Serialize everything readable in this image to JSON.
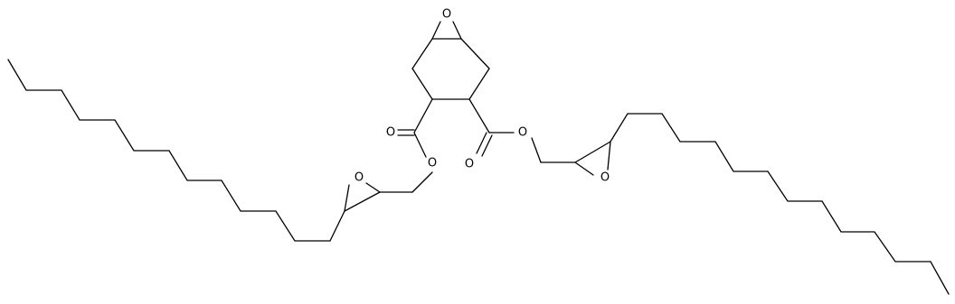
{
  "atom_labels": {
    "epoxide_ring_top": "O",
    "ester_left_carbonyl": "O",
    "ester_left_ether": "O",
    "oxirane_left": "O",
    "ester_right_carbonyl": "O",
    "ester_right_ether": "O",
    "oxirane_right": "O"
  }
}
